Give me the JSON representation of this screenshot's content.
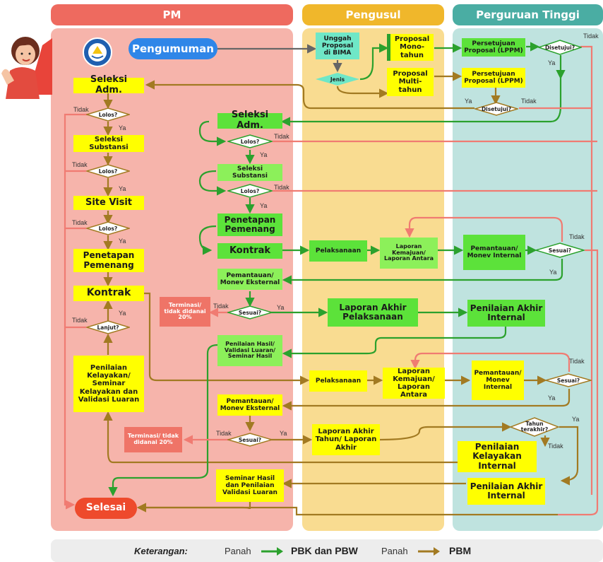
{
  "lanes": {
    "pm": "PM",
    "pengusul": "Pengusul",
    "pt": "Perguruan Tinggi"
  },
  "nodes": {
    "pengumuman": "Pengumuman",
    "unggah": "Unggah Proposal di BIMA",
    "jenis": "Jenis",
    "mono": "Proposal Mono-tahun",
    "multi": "Proposal Multi-tahun",
    "setuju1": "Persetujuan Proposal (LPPM)",
    "setuju2": "Persetujuan Proposal (LPPM)",
    "disetujui1": "Disetujui?",
    "disetujui2": "Disetujui?",
    "seleksi_adm_l": "Seleksi Adm.",
    "lolos_l1": "Lolos?",
    "seleksi_sub_l": "Seleksi Substansi",
    "lolos_l2": "Lolos?",
    "site_visit": "Site Visit",
    "lolos_l3": "Lolos?",
    "penetapan_l": "Penetapan Pemenang",
    "kontrak_l": "Kontrak",
    "lanjut": "Lanjut?",
    "penilaian_kelayakan_l": "Penilaian Kelayakan/ Seminar Kelayakan dan Validasi Luaran",
    "selesai": "Selesai",
    "seleksi_adm_r": "Seleksi Adm.",
    "lolos_r1": "Lolos?",
    "seleksi_sub_r": "Seleksi Substansi",
    "lolos_r2": "Lolos?",
    "penetapan_r": "Penetapan Pemenang",
    "kontrak_r": "Kontrak",
    "monev1": "Pemantauan/ Monev Eksternal",
    "sesuai1": "Sesuai?",
    "terminasi1": "Terminasi/ tidak didanai 20%",
    "penilaian_hasil": "Penilaian Hasil/ Validasi Luaran/ Seminar Hasil",
    "monev2": "Pemantauan/ Monev Eksternal",
    "sesuai2": "Sesuai?",
    "terminasi2": "Terminasi/ tidak didanai 20%",
    "seminar_hasil": "Seminar Hasil dan Penilaian Validasi Luaran",
    "pelaksanaan1": "Pelaksanaan",
    "laporan_kemajuan1": "Laporan Kemajuan/ Laporan Antara",
    "laporan_akhir_pel": "Laporan Akhir Pelaksanaan",
    "pelaksanaan2": "Pelaksanaan",
    "laporan_kemajuan2": "Laporan Kemajuan/ Laporan Antara",
    "laporan_akhir_tahun": "Laporan Akhir Tahun/ Laporan Akhir",
    "pemantauan_int1": "Pemantauan/ Monev Internal",
    "sesuai_pt1": "Sesuai?",
    "penilaian_akhir_int1": "Penilaian Akhir Internal",
    "pemantauan_int2": "Pemantauan/ Monev Internal",
    "sesuai_pt2": "Sesuai?",
    "tahun_terakhir": "Tahun terakhir?",
    "penilaian_kelayakan_int": "Penilaian Kelayakan Internal",
    "penilaian_akhir_int2": "Penilaian Akhir Internal"
  },
  "labels": {
    "ya": "Ya",
    "tidak": "Tidak"
  },
  "legend": {
    "title": "Keterangan:",
    "panah1": "Panah",
    "item1": "PBK dan PBW",
    "panah2": "Panah",
    "item2": "PBM"
  },
  "colors": {
    "pm_lane": "#f6b4ab",
    "pengusul_lane": "#f9dc91",
    "pt_lane": "#bfe3df",
    "pm_head": "#ee6a5f",
    "pengusul_head": "#f0b72b",
    "pt_head": "#4aada3",
    "green_arrow": "#2ba12d",
    "brown_arrow": "#a27a22",
    "red_arrow": "#f07b72",
    "gray_arrow": "#666666",
    "node_yellow": "#ffff00",
    "node_green": "#5ce23a"
  }
}
